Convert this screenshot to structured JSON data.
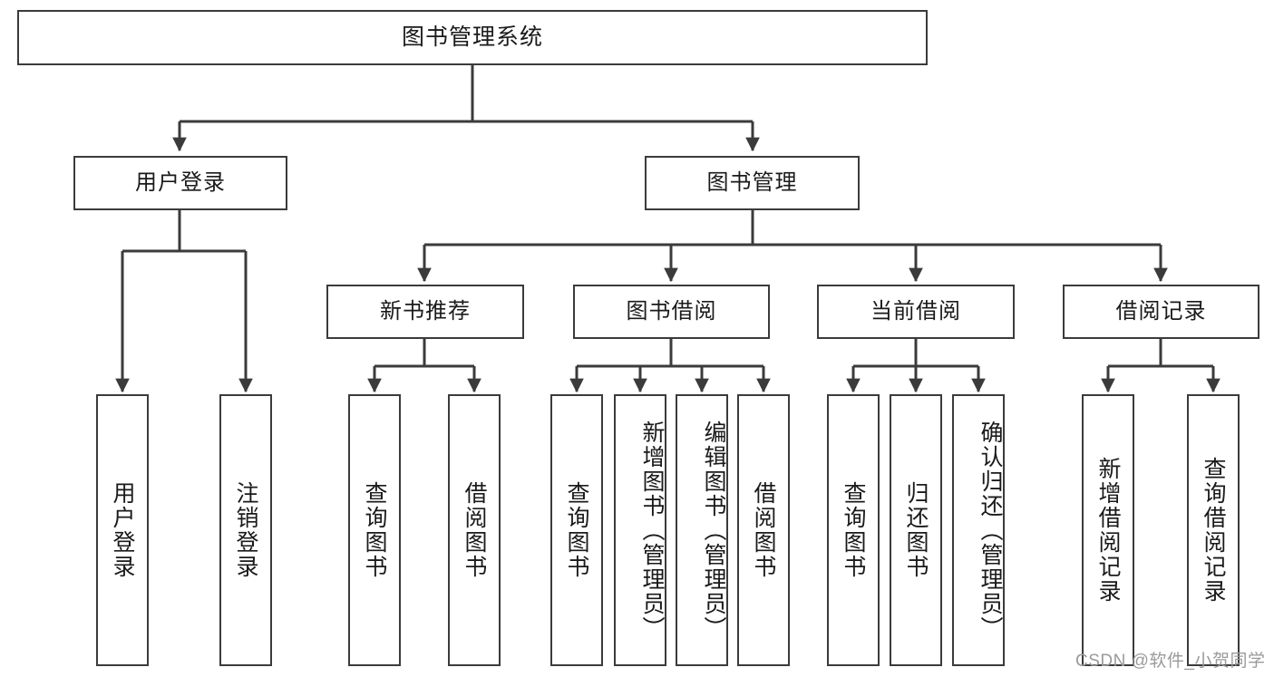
{
  "diagram": {
    "title": "图书管理系统",
    "type": "tree-hierarchy-diagram",
    "colors": {
      "box_border": "#3b3b3b",
      "box_fill": "#ffffff",
      "connector": "#3b3b3b",
      "text": "#1a1a1a",
      "watermark": "#9a9a9a",
      "background": "#ffffff"
    },
    "root": {
      "label": "图书管理系统"
    },
    "level2": [
      {
        "label": "用户登录"
      },
      {
        "label": "图书管理"
      }
    ],
    "level3": [
      {
        "label": "新书推荐"
      },
      {
        "label": "图书借阅"
      },
      {
        "label": "当前借阅"
      },
      {
        "label": "借阅记录"
      }
    ],
    "leaves": {
      "user_login": [
        {
          "label": "用户登录"
        },
        {
          "label": "注销登录"
        }
      ],
      "new_book_recommend": [
        {
          "label": "查询图书"
        },
        {
          "label": "借阅图书"
        }
      ],
      "book_borrow": [
        {
          "label": "查询图书"
        },
        {
          "label": "新增图书（管理员）"
        },
        {
          "label": "编辑图书（管理员）"
        },
        {
          "label": "借阅图书"
        }
      ],
      "current_borrow": [
        {
          "label": "查询图书"
        },
        {
          "label": "归还图书"
        },
        {
          "label": "确认归还（管理员）"
        }
      ],
      "borrow_records": [
        {
          "label": "新增借阅记录"
        },
        {
          "label": "查询借阅记录"
        }
      ]
    }
  },
  "watermark": {
    "text": "CSDN @软件_小贺同学"
  }
}
